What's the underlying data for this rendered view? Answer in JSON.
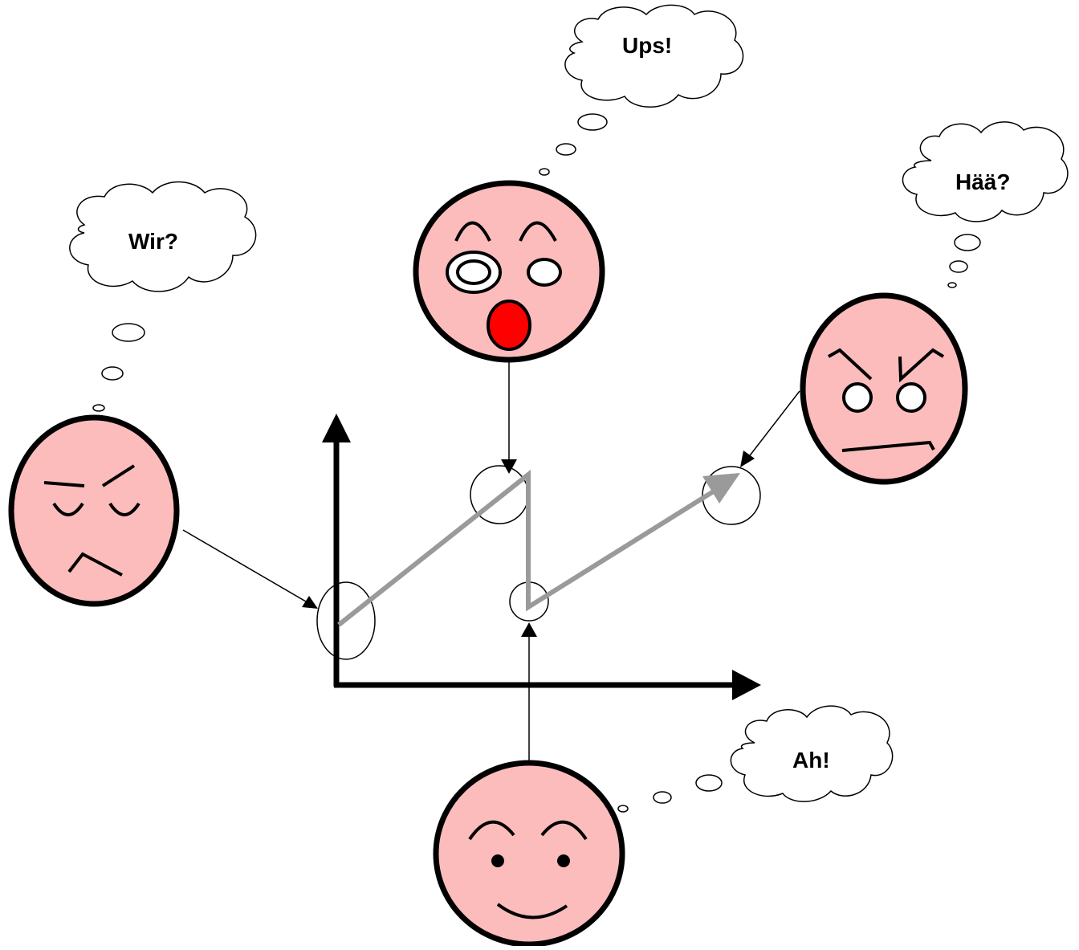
{
  "thoughts": {
    "wir": "Wir?",
    "ups": "Ups!",
    "haa": "Hää?",
    "ah": "Ah!"
  },
  "colors": {
    "face_fill": "#fdbcbc",
    "mouth_red": "#ff0000",
    "trend_line": "#9a9a9a",
    "outline": "#000000"
  },
  "faces": [
    {
      "name": "annoyed-face",
      "expression": "eyes closed, frown"
    },
    {
      "name": "surprised-face",
      "expression": "wide eyes, open red mouth"
    },
    {
      "name": "confused-face",
      "expression": "angry brows, flat mouth"
    },
    {
      "name": "happy-face",
      "expression": "smile"
    }
  ]
}
